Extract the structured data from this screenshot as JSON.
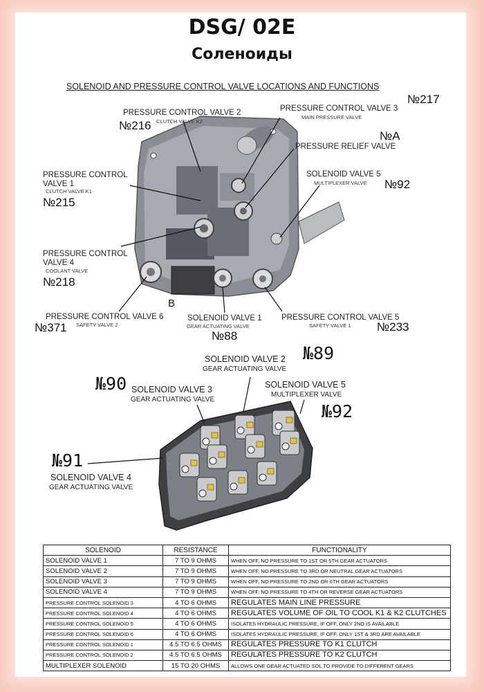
{
  "header": {
    "title": "DSG/ 02E",
    "subtitle": "Соленоиды"
  },
  "section_heading": "SOLENOID AND PRESSURE CONTROL VALVE LOCATIONS AND FUNCTIONS",
  "top_diagram": {
    "labels": {
      "pcv2": "PRESSURE CONTROL VALVE 2",
      "pcv2_sub": "CLUTCH VALVE K2",
      "pcv3": "PRESSURE CONTROL VALVE 3",
      "pcv3_sub": "MAIN PRESSURE VALVE",
      "relief": "PRESSURE RELIEF VALVE",
      "pcv1_a": "PRESSURE CONTROL",
      "pcv1_b": "VALVE 1",
      "pcv1_sub": "CLUTCH VALVE K1",
      "sv5": "SOLENOID VALVE 5",
      "sv5_sub": "MULTIPLEXER VALVE",
      "pcv4_a": "PRESSURE CONTROL",
      "pcv4_b": "VALVE 4",
      "pcv4_sub": "COOLANT VALVE",
      "pcv6": "PRESSURE CONTROL VALVE 6",
      "pcv6_sub": "SAFETY VALVE 2",
      "sv1": "SOLENOID VALVE 1",
      "sv1_sub": "GEAR ACTUATING VALVE",
      "pcv5": "PRESSURE CONTROL VALVE 5",
      "pcv5_sub": "SAFETY VALVE 1",
      "b_mark": "B"
    },
    "numbers": {
      "n217": "№217",
      "n216": "№216",
      "nA": "№A",
      "n92a": "№92",
      "n215": "№215",
      "n218": "№218",
      "n371": "№371",
      "n88": "№88",
      "n233": "№233"
    }
  },
  "bottom_diagram": {
    "labels": {
      "sv2": "SOLENOID VALVE 2",
      "sv2_sub": "GEAR ACTUATING VALVE",
      "sv3": "SOLENOID VALVE 3",
      "sv3_sub": "GEAR ACTUATING VALVE",
      "sv5": "SOLENOID VALVE 5",
      "sv5_sub": "MULTIPLEXER VALVE",
      "sv4": "SOLENOID VALVE 4",
      "sv4_sub": "GEAR ACTUATING VALVE"
    },
    "numbers": {
      "n89": "№89",
      "n90": "№90",
      "n92b": "№92",
      "n91": "№91"
    }
  },
  "spec_table": {
    "headers": [
      "SOLENOID",
      "RESISTANCE",
      "FUNCTIONALITY"
    ],
    "rows": [
      {
        "solenoid": "SOLENOID VALVE 1",
        "resistance": "7 TO 9 OHMS",
        "function": "WHEN OFF, NO PRESSURE TO 1ST OR 5TH GEAR ACTUATORS"
      },
      {
        "solenoid": "SOLENOID VALVE 2",
        "resistance": "7 TO 9 OHMS",
        "function": "WHEN OFF, NO PRESSURE TO 3RD OR NEUTRAL GEAR ACTUATORS"
      },
      {
        "solenoid": "SOLENOID VALVE 3",
        "resistance": "7 TO 9 OHMS",
        "function": "WHEN OFF, NO PRESSURE TO 2ND OR 6TH GEAR ACTUATORS"
      },
      {
        "solenoid": "SOLENOID VALVE 4",
        "resistance": "7 TO 9 OHMS",
        "function": "WHEN OFF, NO PRESSURE TO 4TH OR REVERSE GEAR ACTUATORS"
      },
      {
        "solenoid": "PRESSURE CONTROL SOLENOID 3",
        "resistance": "4 TO 6 OHMS",
        "function": "REGULATES MAIN LINE PRESSURE"
      },
      {
        "solenoid": "PRESSURE CONTROL SOLENOID 4",
        "resistance": "4 TO 6 OHMS",
        "function": "REGULATES VOLUME OF OIL TO COOL K1 & K2 CLUTCHES"
      },
      {
        "solenoid": "PRESSURE CONTROL SOLENOID 5",
        "resistance": "4 TO 6 OHMS",
        "function": "ISOLATES HYDRAULIC PRESSURE, IF OFF, ONLY 2ND IS AVAILABLE"
      },
      {
        "solenoid": "PRESSURE CONTROL SOLENOID 6",
        "resistance": "4 TO 6 OHMS",
        "function": "ISOLATES HYDRAULIC PRESSURE, IF OFF, ONLY 1ST & 3RD ARE AVAILABLE"
      },
      {
        "solenoid": "PRESSURE CONTROL SOLENOID 1",
        "resistance": "4.5 TO 6.5 OHMS",
        "function": "REGULATES PRESSURE TO K1 CLUTCH"
      },
      {
        "solenoid": "PRESSURE CONTROL SOLENOID 2",
        "resistance": "4.5 TO 6.5 OHMS",
        "function": "REGULATES PRESSURE TO K2 CLUTCH"
      },
      {
        "solenoid": "MULTIPLEXER SOLENOID",
        "resistance": "15 TO 20 OHMS",
        "function": "ALLOWS ONE GEAR ACTUATED SOL TO PROVIDE TO DIFFERENT GEARS"
      }
    ]
  }
}
